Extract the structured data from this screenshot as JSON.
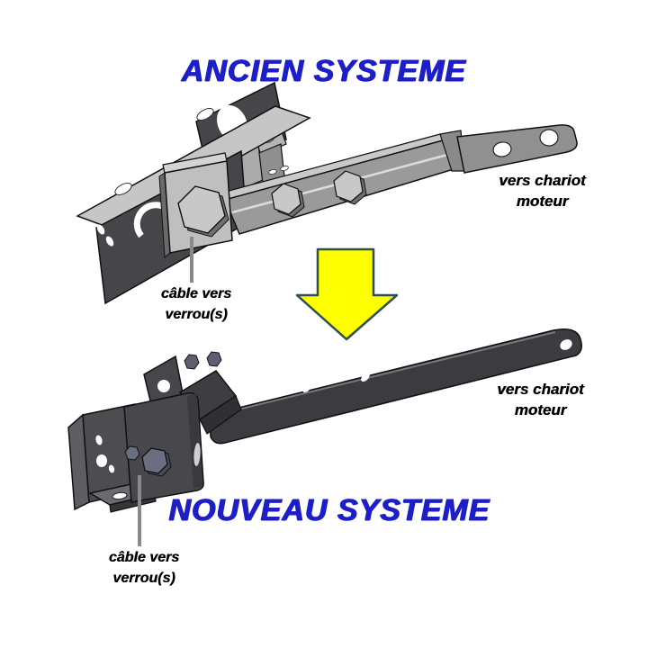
{
  "page": {
    "background": "#FFFFFF",
    "description_type": "technical comparison diagram"
  },
  "old_system": {
    "title": "ANCIEN SYSTEME",
    "label_carriage": {
      "line1": "vers chariot",
      "line2": "moteur"
    },
    "label_cable": {
      "line1": "câble vers",
      "line2": "verrou(s)"
    }
  },
  "new_system": {
    "title": "NOUVEAU SYSTEME",
    "label_carriage": {
      "line1": "vers chariot",
      "line2": "moteur"
    },
    "label_cable": {
      "line1": "câble vers",
      "line2": "verrou(s)"
    }
  },
  "transition_arrow": {
    "direction": "down",
    "fill": "#FFFF00",
    "stroke": "#2F4F4F"
  },
  "colors": {
    "title_blue": "#1E1EC8",
    "label_black": "#000000",
    "old_metal_light": "#C6C6C6",
    "old_metal_mid": "#9A9A9A",
    "old_metal_dark": "#46464A",
    "new_metal_dark": "#3B3B40",
    "new_metal_mid": "#4A4A4F",
    "bolt_steel_blue": "#6B6D80",
    "leader_line_gray": "#8A8A8A"
  }
}
